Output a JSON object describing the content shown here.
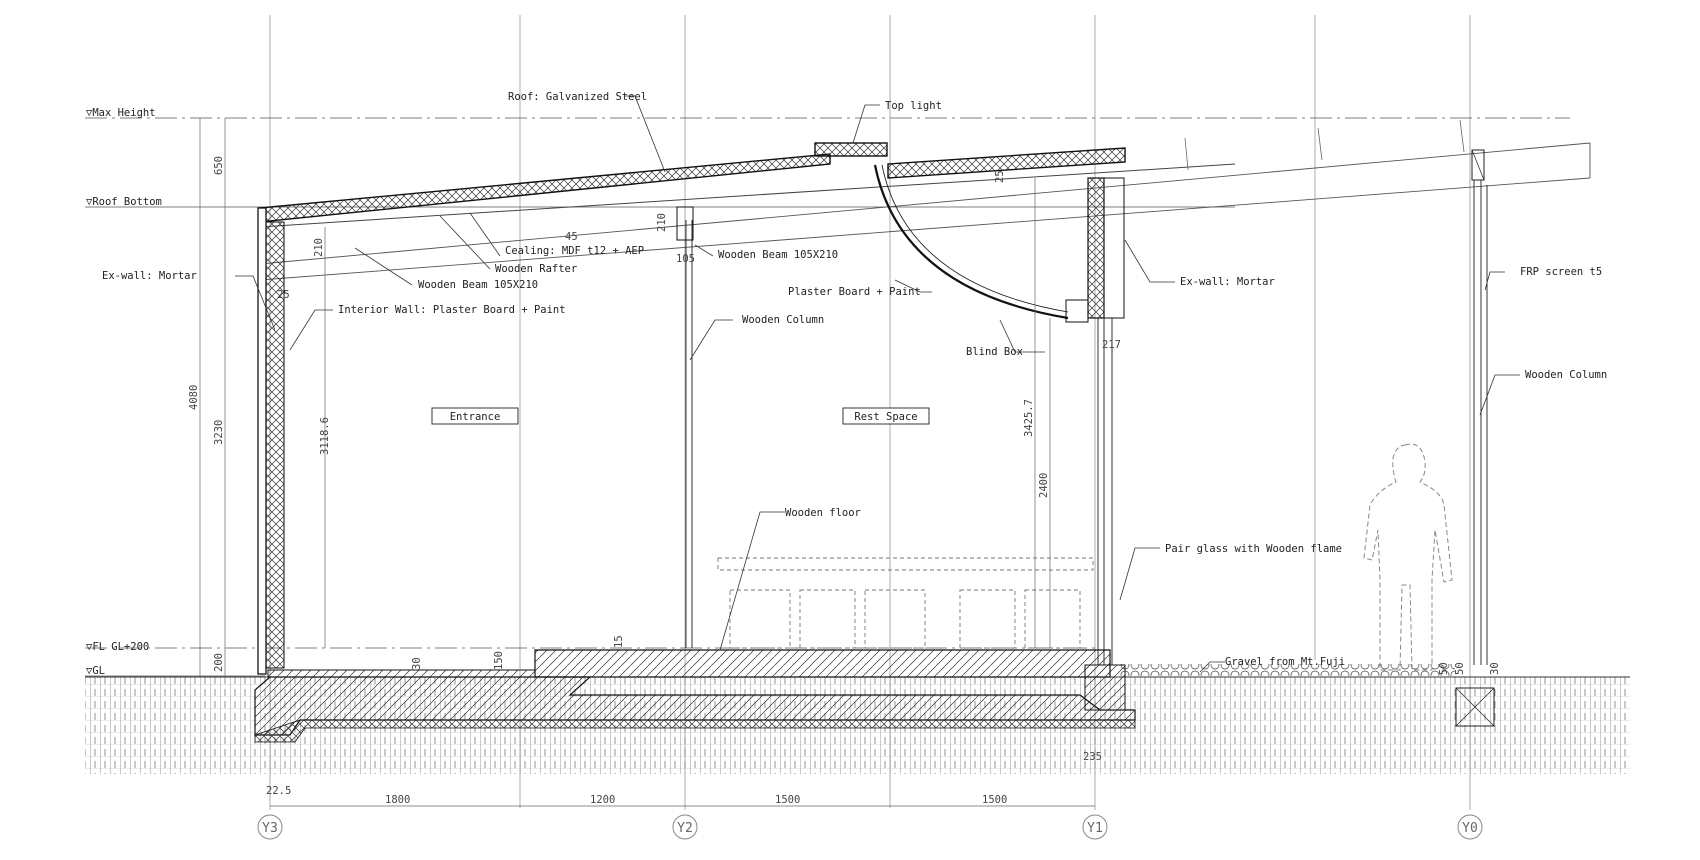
{
  "levels": [
    {
      "id": "max-height",
      "label": "▽Max Height"
    },
    {
      "id": "roof-bottom",
      "label": "▽Roof Bottom"
    },
    {
      "id": "fl",
      "label": "▽FL GL+200"
    },
    {
      "id": "gl",
      "label": "▽GL"
    }
  ],
  "annotations": [
    {
      "id": "roof",
      "text": "Roof: Galvanized Steel"
    },
    {
      "id": "top-light",
      "text": "Top light"
    },
    {
      "id": "ceiling",
      "text": "Cealing: MDF t12 + AEP"
    },
    {
      "id": "rafter",
      "text": "Wooden Rafter"
    },
    {
      "id": "beam-left",
      "text": "Wooden Beam 105X210"
    },
    {
      "id": "beam-mid",
      "text": "Wooden Beam 105X210"
    },
    {
      "id": "exwall-left",
      "text": "Ex-wall: Mortar"
    },
    {
      "id": "interior-wall",
      "text": "Interior Wall: Plaster Board + Paint"
    },
    {
      "id": "plaster",
      "text": "Plaster Board + Paint"
    },
    {
      "id": "column-mid",
      "text": "Wooden Column"
    },
    {
      "id": "blind-box",
      "text": "Blind Box"
    },
    {
      "id": "exwall-right",
      "text": "Ex-wall: Mortar"
    },
    {
      "id": "frp",
      "text": "FRP screen t5"
    },
    {
      "id": "column-right",
      "text": "Wooden Column"
    },
    {
      "id": "floor",
      "text": "Wooden floor"
    },
    {
      "id": "glass",
      "text": "Pair glass with Wooden flame"
    },
    {
      "id": "gravel",
      "text": "Gravel from Mt.Fuji"
    }
  ],
  "rooms": [
    {
      "id": "entrance",
      "label": "Entrance"
    },
    {
      "id": "rest",
      "label": "Rest Space"
    }
  ],
  "dims": {
    "h4080": "4080",
    "h650": "650",
    "h3230": "3230",
    "h200": "200",
    "h3118": "3118.6",
    "h210a": "210",
    "h210b": "210",
    "w45": "45",
    "w105": "105",
    "w25a": "25",
    "w25b": "25",
    "w217": "217",
    "h3425": "3425.7",
    "h2400": "2400",
    "h15": "15",
    "h30": "30",
    "h150": "150",
    "h50a": "50",
    "h50b": "50",
    "h30b": "30",
    "w235": "235",
    "w225": "22.5",
    "s1800": "1800",
    "s1200": "1200",
    "s1500a": "1500",
    "s1500b": "1500"
  },
  "axes": [
    {
      "id": "y3",
      "label": "Y3"
    },
    {
      "id": "y2",
      "label": "Y2"
    },
    {
      "id": "y1",
      "label": "Y1"
    },
    {
      "id": "y0",
      "label": "Y0"
    }
  ]
}
